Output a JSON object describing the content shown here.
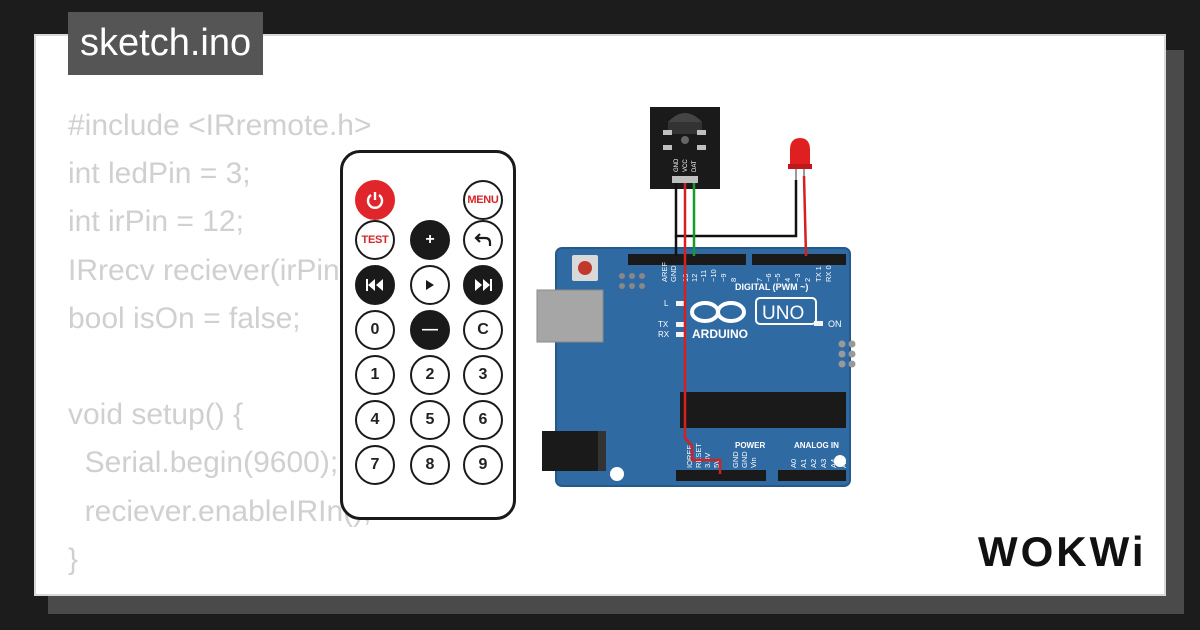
{
  "tab": {
    "filename": "sketch.ino"
  },
  "code": {
    "lines": [
      "#include <IRremote.h>",
      "int ledPin = 3;",
      "int irPin = 12;",
      "IRrecv reciever(irPin);",
      "bool isOn = false;",
      "",
      "void setup() {",
      "  Serial.begin(9600);",
      "  reciever.enableIRIn();",
      "}"
    ]
  },
  "remote": {
    "buttons": [
      {
        "label": "",
        "name": "remote-power-button",
        "style": "red",
        "icon": "power-icon"
      },
      {
        "label": "MENU",
        "name": "remote-menu-button",
        "style": "redtxt"
      },
      {
        "label": "TEST",
        "name": "remote-test-button",
        "style": "redtxt"
      },
      {
        "label": "+",
        "name": "remote-plus-button",
        "style": "dark"
      },
      {
        "label": "",
        "name": "remote-back-button",
        "style": "plain",
        "icon": "back-arrow-icon"
      },
      {
        "label": "",
        "name": "remote-prev-button",
        "style": "dark",
        "icon": "rewind-icon"
      },
      {
        "label": "",
        "name": "remote-play-button",
        "style": "plain",
        "icon": "play-icon"
      },
      {
        "label": "",
        "name": "remote-next-button",
        "style": "dark",
        "icon": "fast-forward-icon"
      },
      {
        "label": "0",
        "name": "remote-0-button",
        "style": "plain"
      },
      {
        "label": "—",
        "name": "remote-minus-button",
        "style": "dark"
      },
      {
        "label": "C",
        "name": "remote-c-button",
        "style": "plain"
      },
      {
        "label": "1",
        "name": "remote-1-button",
        "style": "plain"
      },
      {
        "label": "2",
        "name": "remote-2-button",
        "style": "plain"
      },
      {
        "label": "3",
        "name": "remote-3-button",
        "style": "plain"
      },
      {
        "label": "4",
        "name": "remote-4-button",
        "style": "plain"
      },
      {
        "label": "5",
        "name": "remote-5-button",
        "style": "plain"
      },
      {
        "label": "6",
        "name": "remote-6-button",
        "style": "plain"
      },
      {
        "label": "7",
        "name": "remote-7-button",
        "style": "plain"
      },
      {
        "label": "8",
        "name": "remote-8-button",
        "style": "plain"
      },
      {
        "label": "9",
        "name": "remote-9-button",
        "style": "plain"
      }
    ]
  },
  "ir_receiver": {
    "pins": [
      "GND",
      "VCC",
      "DAT"
    ]
  },
  "arduino": {
    "digital_label": "DIGITAL (PWM ~)",
    "brand": "ARDUINO",
    "model": "UNO",
    "on_label": "ON",
    "l_label": "L",
    "tx_label": "TX",
    "rx_label": "RX",
    "power_label": "POWER",
    "analog_label": "ANALOG IN",
    "digital_pins": [
      "AREF",
      "GND",
      "13",
      "12",
      "~11",
      "~10",
      "~9",
      "8",
      "7",
      "~6",
      "~5",
      "4",
      "~3",
      "2",
      "TX 1",
      "RX 0"
    ],
    "power_pins": [
      "IOREF",
      "RESET",
      "3.3V",
      "5V",
      "GND",
      "GND",
      "Vin"
    ],
    "analog_pins": [
      "A0",
      "A1",
      "A2",
      "A3",
      "A4",
      "A5"
    ]
  },
  "colors": {
    "board": "#2f6aa3",
    "wire_black": "#111111",
    "wire_red": "#d42020",
    "wire_green": "#1a9a2a",
    "led": "#e02020"
  },
  "brand": {
    "logo": "WOKWi"
  }
}
